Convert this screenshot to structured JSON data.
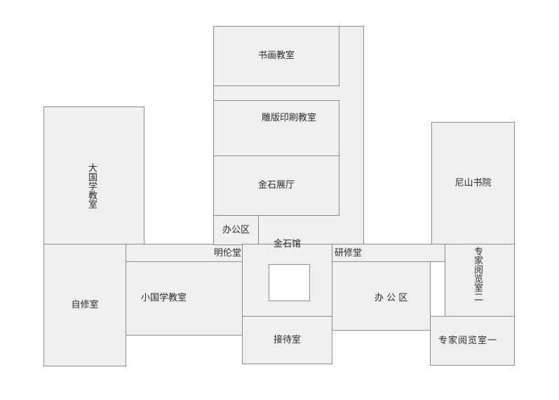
{
  "rooms": {
    "calligraphy": "书画教室",
    "engraving": "雕版印刷教室",
    "jinshi_hall": "金石展厅",
    "office_small": "办公区",
    "jinshi_guan": "金石馆",
    "mingluntang": "明伦堂",
    "yanxiutang": "研修堂",
    "daguoxue": "大国学教室",
    "nishan": "尼山书院",
    "zixiu": "自修室",
    "xiaoguoxue": "小国学教室",
    "office_large": "办 公 区",
    "expert_2": "专家阅览室二",
    "reception": "接待室",
    "expert_1": "专家阅览室一"
  }
}
